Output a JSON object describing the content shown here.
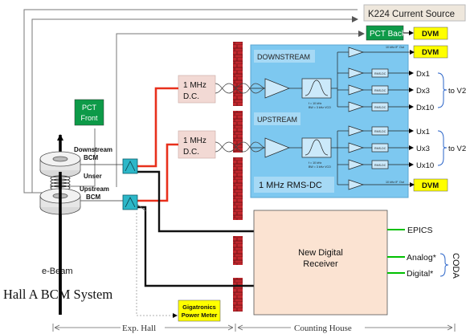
{
  "k224_label": "K224 Current Source",
  "pct_back_label": "PCT  Back",
  "pct_front_line1": "PCT",
  "pct_front_line2": "Front",
  "dvm_label": "DVM",
  "mhz_dc_line1": "1 MHz",
  "mhz_dc_line2": "D.C.",
  "downstream_label": "DOWNSTREAM",
  "upstream_label": "UPSTREAM",
  "rms_dc_box_label": "1 MHz RMS-DC",
  "small_if_label": "10 kHz IF",
  "small_out_label": "Out",
  "small_rmsdc_label": "RMS-DC",
  "filter_note_line1": "f = 10 kHz",
  "filter_note_line2": "BW = 3 kHz VCO",
  "downstream_outputs": [
    "Dx1",
    "Dx3",
    "Dx10"
  ],
  "upstream_outputs": [
    "Ux1",
    "Ux3",
    "Ux10"
  ],
  "to_v2f_down": "to V2F",
  "to_v2f_up": "to V2F",
  "downstream_bcm_line1": "Downstream",
  "downstream_bcm_line2": "BCM",
  "unser_label": "Unser",
  "upstream_bcm_line1": "Upstream",
  "upstream_bcm_line2": "BCM",
  "ndr_line1": "New Digital",
  "ndr_line2": "Receiver",
  "epics_label": "EPICS",
  "analog_label": "Analog*",
  "digital_label": "Digital*",
  "coda_label": "CODA",
  "ebeam_label": "e-Beam",
  "system_title": "Hall A BCM System",
  "gigatronics_line1": "Gigatronics",
  "gigatronics_line2": "Power Meter",
  "exp_hall_label": "Exp. Hall",
  "counting_house_label": "Counting House",
  "colors": {
    "pct_green": "#0d9a48",
    "dvm_yellow": "#ffff00",
    "k224_fill": "#eee7dc",
    "rms_blue": "#7dc8f0",
    "mhz_pink": "#f2d9d4",
    "ndr_fill": "#fbe3d2",
    "wall_red": "#c0272d",
    "cable_red": "#e8301c",
    "out_green": "#00c000",
    "transformer_cyan": "#2cb7c8"
  }
}
